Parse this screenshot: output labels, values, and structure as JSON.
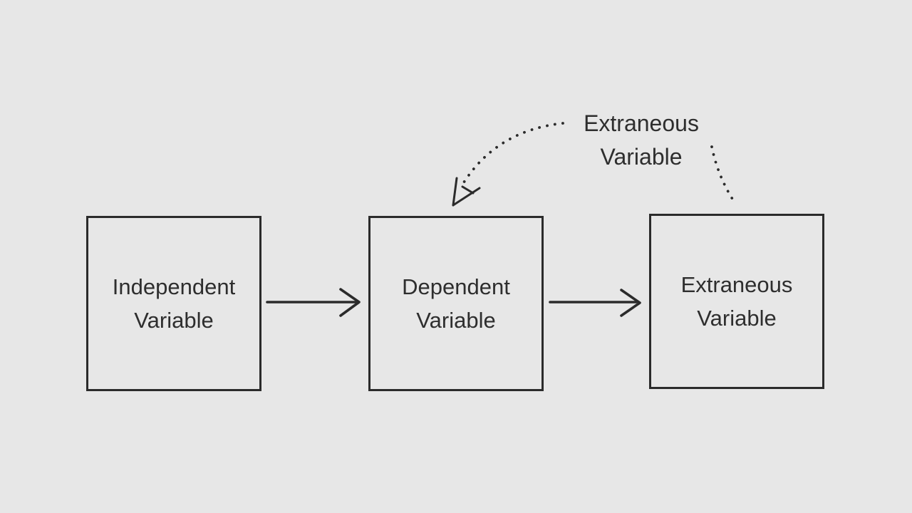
{
  "theme": {
    "background_color": "#e7e7e7",
    "line_color": "#2b2b2b",
    "text_color": "#2e2e2e"
  },
  "diagram": {
    "type": "flow-diagram",
    "boxes": [
      {
        "id": "independent",
        "lines": [
          "Independent",
          "Variable"
        ]
      },
      {
        "id": "dependent",
        "lines": [
          "Dependent",
          "Variable"
        ]
      },
      {
        "id": "extraneous",
        "lines": [
          "Extraneous",
          "Variable"
        ]
      }
    ],
    "floating_label": {
      "lines": [
        "Extraneous",
        "Variable"
      ]
    },
    "connections": [
      {
        "from": "independent-variable-box",
        "to": "dependent-variable-box",
        "style": "solid-arrow"
      },
      {
        "from": "dependent-variable-box",
        "to": "extraneous-variable-box",
        "style": "solid-arrow"
      },
      {
        "from": "extraneous-variable-label",
        "to": "dependent-variable-box",
        "style": "dotted-arrow"
      },
      {
        "from": "extraneous-variable-label",
        "to": "extraneous-variable-box",
        "style": "dotted-line"
      }
    ]
  }
}
